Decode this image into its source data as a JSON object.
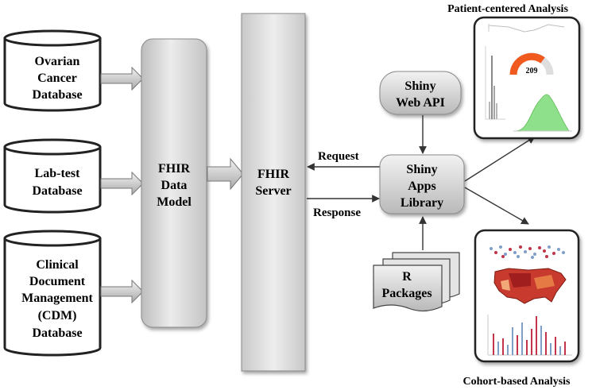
{
  "databases": {
    "ovarian": [
      "Ovarian",
      "Cancer",
      "Database"
    ],
    "labtest": [
      "Lab-test",
      "Database"
    ],
    "cdm": [
      "Clinical",
      "Document",
      "Management",
      "(CDM)",
      "Database"
    ]
  },
  "fhir_data_model": [
    "FHIR",
    "Data",
    "Model"
  ],
  "fhir_server": [
    "FHIR",
    "Server"
  ],
  "request_label": "Request",
  "response_label": "Response",
  "shiny_web_api": [
    "Shiny",
    "Web API"
  ],
  "shiny_apps_library": [
    "Shiny",
    "Apps",
    "Library"
  ],
  "r_packages": [
    "R",
    "Packages"
  ],
  "patient_centered": {
    "title": "Patient-centered Analysis",
    "gauge_value": "209"
  },
  "cohort_based": {
    "title": "Cohort-based Analysis"
  },
  "colors": {
    "gauge": "#f05a1e",
    "histogram_fill": "#8fe08a",
    "map_dark": "#a01e1e",
    "bar_blue": "#7f9fc8",
    "bar_red": "#c2344a"
  }
}
